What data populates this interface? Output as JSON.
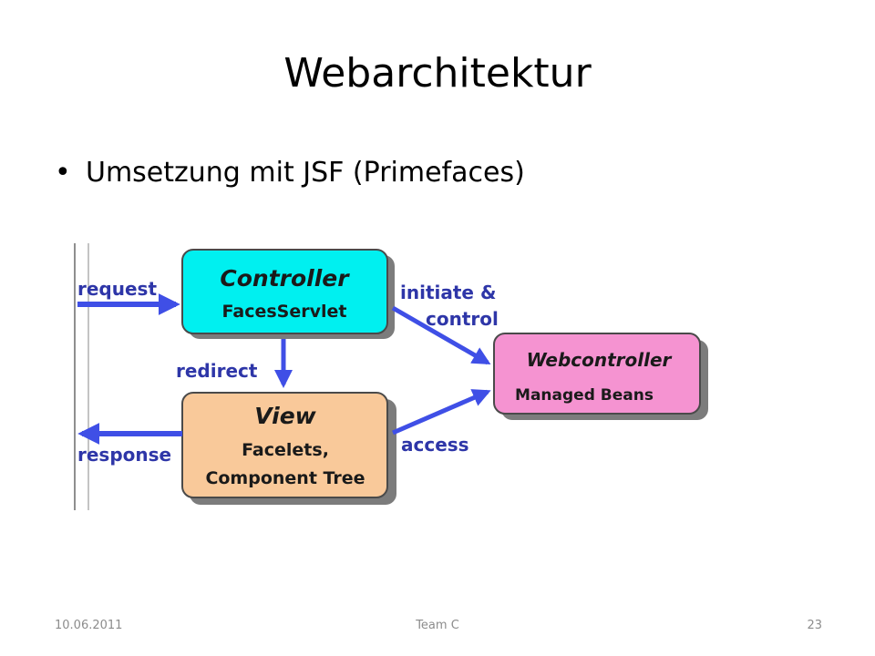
{
  "slide": {
    "title": "Webarchitektur",
    "bullet": "Umsetzung mit JSF (Primefaces)"
  },
  "diagram": {
    "controller": {
      "title": "Controller",
      "subtitle": "FacesServlet",
      "fill": "#00f0f0"
    },
    "view": {
      "title": "View",
      "line1": "Facelets,",
      "line2": "Component Tree",
      "fill": "#f9c99a"
    },
    "webcontroller": {
      "title": "Webcontroller",
      "subtitle": "Managed Beans",
      "fill": "#f593d1"
    },
    "arrows": {
      "request": "request",
      "response": "response",
      "redirect": "redirect",
      "initiate": "initiate &",
      "control": "control",
      "access": "access"
    },
    "colors": {
      "arrow": "#3f4fe6",
      "label": "#2e36a8",
      "shadow": "#7c7c7c",
      "border": "#4a4a4a"
    }
  },
  "footer": {
    "date": "10.06.2011",
    "team": "Team C",
    "page": "23"
  }
}
